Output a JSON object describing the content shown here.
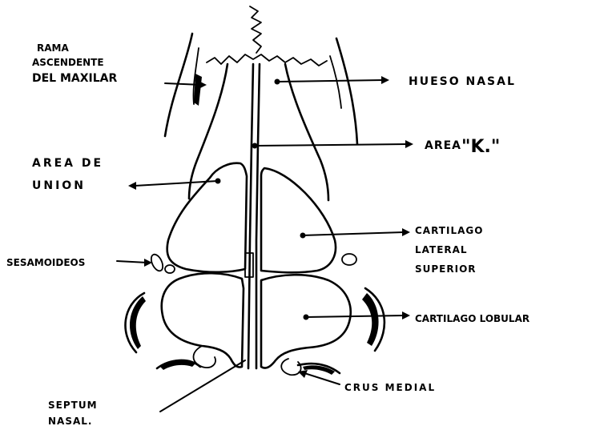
{
  "labels": {
    "rama_ascendente": [
      "RAMA",
      "ASCENDENTE",
      "DEL MAXILAR"
    ],
    "hueso_nasal": "HUESO NASAL",
    "area_k": "AREA",
    "area_k_letter": "\"K.\"",
    "area_de_union": [
      "AREA DE",
      "UNION"
    ],
    "cartilago_lateral": [
      "CARTILAGO",
      "LATERAL",
      "SUPERIOR"
    ],
    "sesamoideos": "SESAMOIDEOS",
    "cartilago_lobular": "CARTILAGO LOBULAR",
    "crus_medial": "CRUS MEDIAL",
    "septum_nasal": [
      "SEPTUM",
      "NASAL."
    ]
  }
}
